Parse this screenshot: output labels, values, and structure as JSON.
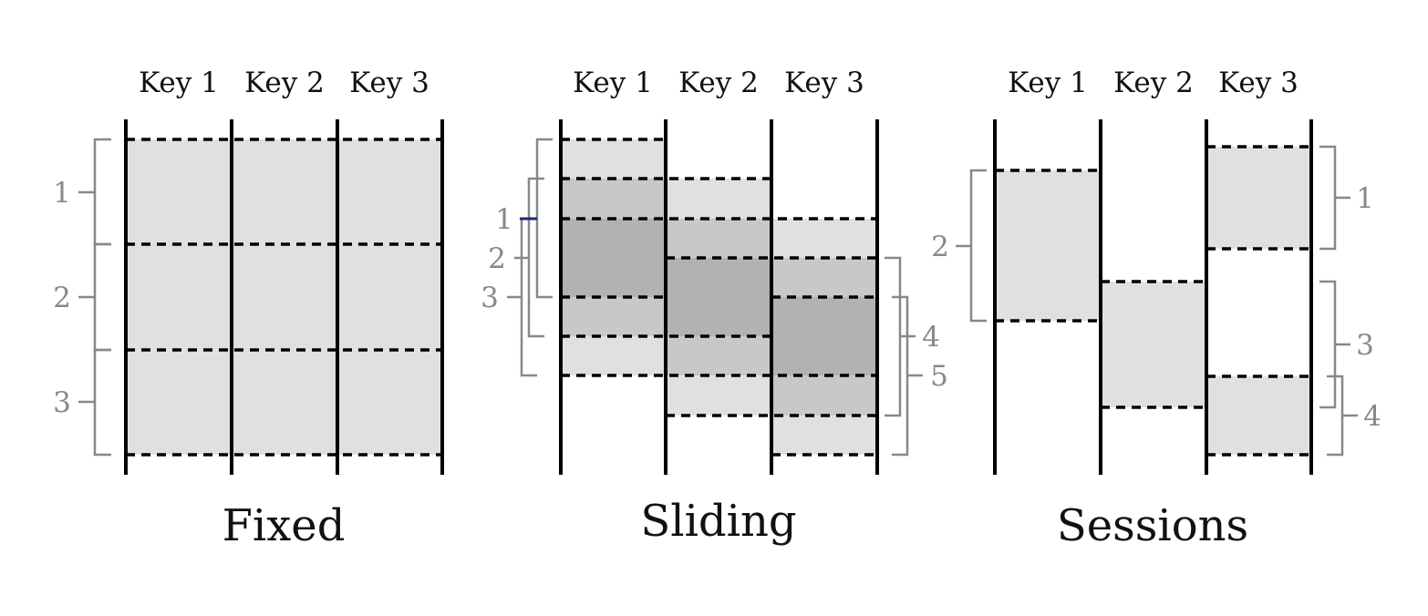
{
  "colors": {
    "window_fill": "#e0e0e0",
    "overlap_2_fill": "#c8c8c8",
    "overlap_3_fill": "#b2b2b2",
    "bracket_stroke": "#888888",
    "key_line": "#000000",
    "boundary_line": "#000000",
    "highlight_tick": "#1a2a7a"
  },
  "panels": [
    {
      "title": "Fixed",
      "keys": [
        "Key 1",
        "Key 2",
        "Key 3"
      ],
      "brackets": [
        {
          "label": "1"
        },
        {
          "label": "2"
        },
        {
          "label": "3"
        }
      ]
    },
    {
      "title": "Sliding",
      "keys": [
        "Key 1",
        "Key 2",
        "Key 3"
      ],
      "brackets": [
        {
          "label": "1"
        },
        {
          "label": "2"
        },
        {
          "label": "3"
        },
        {
          "label": "4"
        },
        {
          "label": "5"
        }
      ]
    },
    {
      "title": "Sessions",
      "keys": [
        "Key 1",
        "Key 2",
        "Key 3"
      ],
      "brackets": [
        {
          "label": "2"
        },
        {
          "label": "1"
        },
        {
          "label": "3"
        },
        {
          "label": "4"
        }
      ]
    }
  ]
}
